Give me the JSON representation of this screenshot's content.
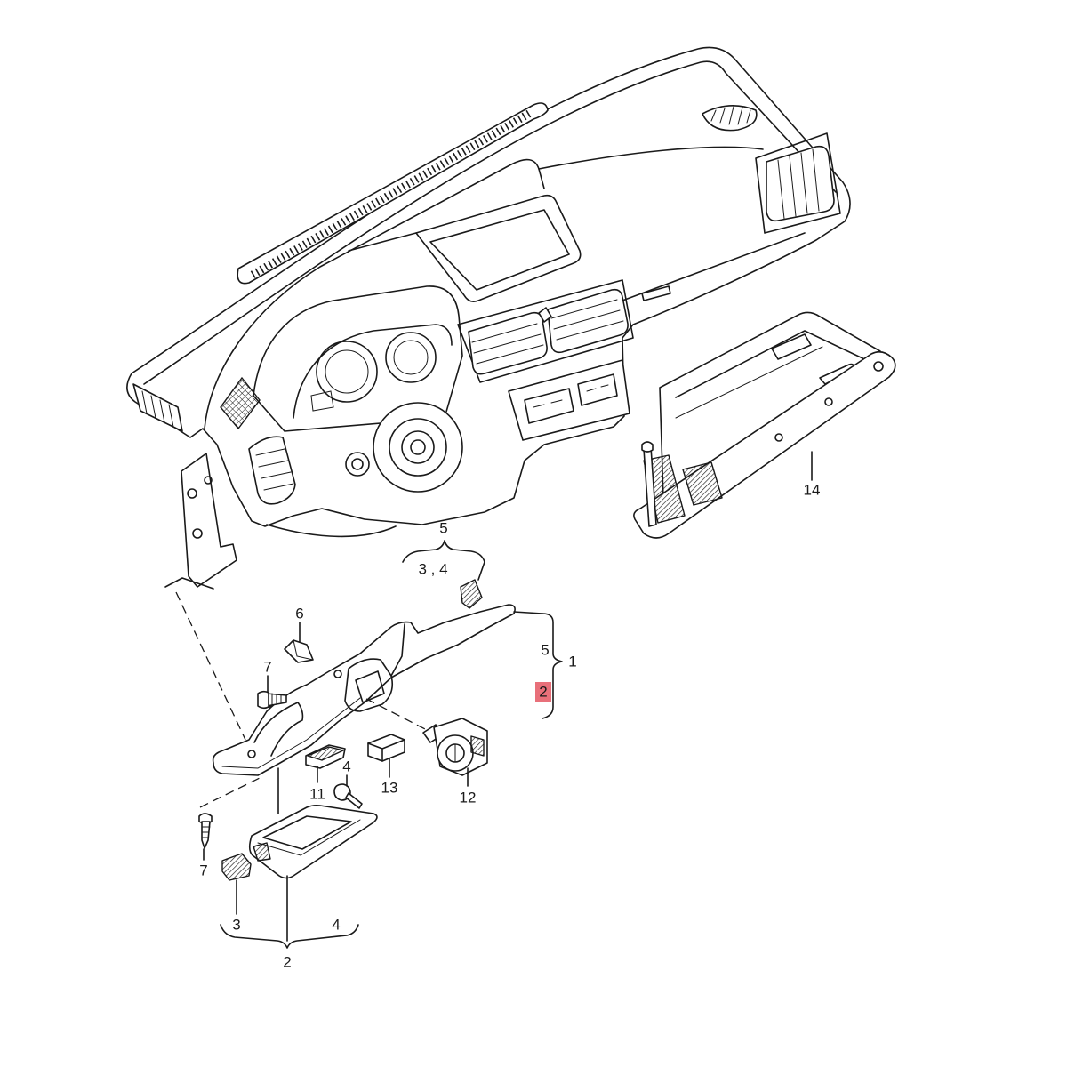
{
  "diagram": {
    "callouts": [
      "14",
      "5",
      "3 , 4",
      "6",
      "7",
      "5",
      "1",
      "2",
      "4",
      "11",
      "13",
      "12",
      "7",
      "3",
      "4",
      "2"
    ]
  },
  "colors": {
    "line": "#1a1a1a",
    "highlight": "#e8707a",
    "background": "#ffffff"
  }
}
